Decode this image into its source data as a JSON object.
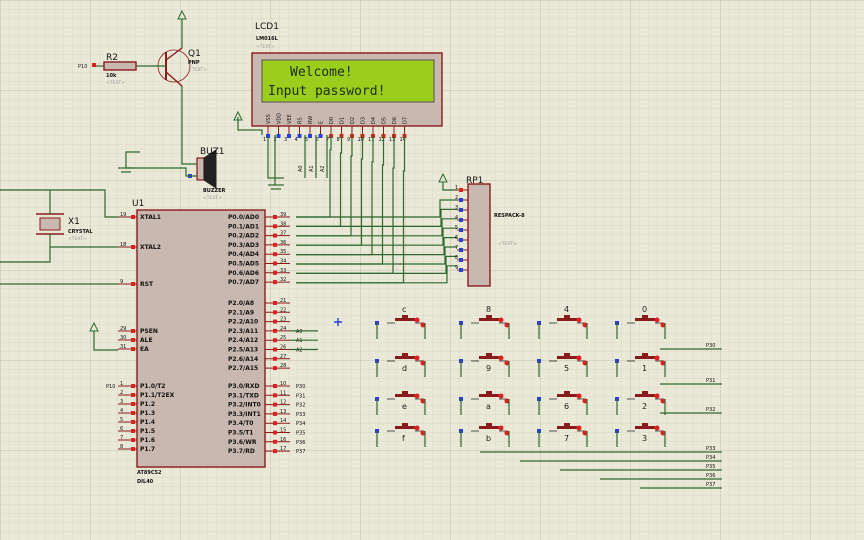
{
  "lcd": {
    "ref": "LCD1",
    "model": "LM016L",
    "text_tag": "<TEXT>",
    "line1": "Welcome!",
    "line2": "Input password!",
    "pins": [
      "VSS",
      "VDD",
      "VEE",
      "RS",
      "RW",
      "E",
      "D0",
      "D1",
      "D2",
      "D3",
      "D4",
      "D5",
      "D6",
      "D7"
    ],
    "pin_numbers": [
      "1",
      "2",
      "3",
      "4",
      "5",
      "6",
      "7",
      "8",
      "9",
      "10",
      "11",
      "12",
      "13",
      "14"
    ]
  },
  "mcu": {
    "ref": "U1",
    "model": "AT89C52",
    "package": "DIL40",
    "text_tag": "<TEXT>",
    "left_pins": [
      {
        "name": "XTAL1",
        "num": "19"
      },
      {
        "name": "XTAL2",
        "num": "18"
      },
      {
        "name": "RST",
        "num": "9"
      },
      {
        "name": "PSEN",
        "num": "29"
      },
      {
        "name": "ALE",
        "num": "30"
      },
      {
        "name": "EA",
        "num": "31"
      },
      {
        "name": "P1.0/T2",
        "num": "1"
      },
      {
        "name": "P1.1/T2EX",
        "num": "2"
      },
      {
        "name": "P1.2",
        "num": "3"
      },
      {
        "name": "P1.3",
        "num": "4"
      },
      {
        "name": "P1.4",
        "num": "5"
      },
      {
        "name": "P1.5",
        "num": "6"
      },
      {
        "name": "P1.6",
        "num": "7"
      },
      {
        "name": "P1.7",
        "num": "8"
      }
    ],
    "right_pins_p0": [
      {
        "name": "P0.0/AD0",
        "num": "39"
      },
      {
        "name": "P0.1/AD1",
        "num": "38"
      },
      {
        "name": "P0.2/AD2",
        "num": "37"
      },
      {
        "name": "P0.3/AD3",
        "num": "36"
      },
      {
        "name": "P0.4/AD4",
        "num": "35"
      },
      {
        "name": "P0.5/AD5",
        "num": "34"
      },
      {
        "name": "P0.6/AD6",
        "num": "33"
      },
      {
        "name": "P0.7/AD7",
        "num": "32"
      }
    ],
    "right_pins_p2": [
      {
        "name": "P2.0/A8",
        "num": "21"
      },
      {
        "name": "P2.1/A9",
        "num": "22"
      },
      {
        "name": "P2.2/A10",
        "num": "23"
      },
      {
        "name": "P2.3/A11",
        "num": "24"
      },
      {
        "name": "P2.4/A12",
        "num": "25"
      },
      {
        "name": "P2.5/A13",
        "num": "26"
      },
      {
        "name": "P2.6/A14",
        "num": "27"
      },
      {
        "name": "P2.7/A15",
        "num": "28"
      }
    ],
    "right_pins_p3": [
      {
        "name": "P3.0/RXD",
        "num": "10"
      },
      {
        "name": "P3.1/TXD",
        "num": "11"
      },
      {
        "name": "P3.2/INT0",
        "num": "12"
      },
      {
        "name": "P3.3/INT1",
        "num": "13"
      },
      {
        "name": "P3.4/T0",
        "num": "14"
      },
      {
        "name": "P3.5/T1",
        "num": "15"
      },
      {
        "name": "P3.6/WR",
        "num": "16"
      },
      {
        "name": "P3.7/RD",
        "num": "17"
      }
    ],
    "p3_net_labels": [
      "P30",
      "P31",
      "P32",
      "P33",
      "P34",
      "P35",
      "P36",
      "P37"
    ],
    "p1_net_label": "P10",
    "p2_net_labels": [
      "A0",
      "A1",
      "A2"
    ]
  },
  "q1": {
    "ref": "Q1",
    "type": "PNP",
    "text_tag": "<TEXT>"
  },
  "r2": {
    "ref": "R2",
    "value": "10k",
    "text_tag": "<TEXT>",
    "net_label": "P10"
  },
  "buzzer": {
    "ref": "BUZ1",
    "type": "BUZZER",
    "text_tag": "<TEXT>"
  },
  "crystal": {
    "ref": "X1",
    "type": "CRYSTAL",
    "text_tag": "<TEXT>"
  },
  "rp1": {
    "ref": "RP1",
    "type": "RESPACK-8",
    "text_tag": "<TEXT>",
    "pins": [
      "1",
      "2",
      "3",
      "4",
      "5",
      "6",
      "7",
      "8",
      "9"
    ]
  },
  "lcd_net_labels": [
    "A0",
    "A1",
    "A2"
  ],
  "keypad": {
    "rows": [
      [
        "c",
        "8",
        "4",
        "0"
      ],
      [
        "d",
        "9",
        "5",
        "1"
      ],
      [
        "e",
        "a",
        "6",
        "2"
      ],
      [
        "f",
        "b",
        "7",
        "3"
      ]
    ],
    "net_labels": [
      "P30",
      "P31",
      "P32",
      "P33",
      "P34",
      "P35",
      "P36",
      "P37"
    ]
  },
  "colors": {
    "grid": "#c9c9b5",
    "wire": "#2d6a2d",
    "component": "#8a1b1b",
    "lcd_screen": "#9acd1c"
  }
}
